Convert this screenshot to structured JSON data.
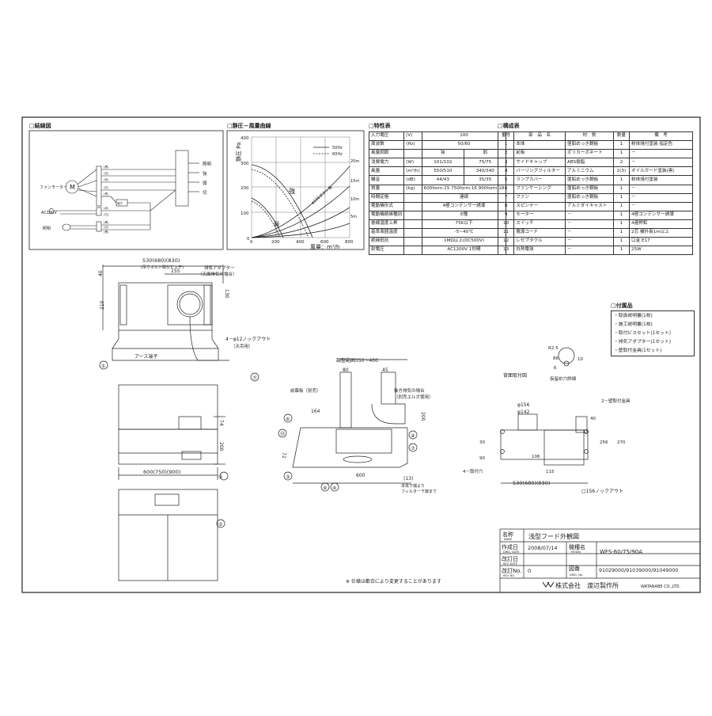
{
  "sections": {
    "wiring": "□結線図",
    "curve": "□静圧－風量曲線",
    "spec": "□特性表",
    "parts": "□構成表",
    "accessories": "□付属品"
  },
  "wiring": {
    "fan_motor": "ファンモーター",
    "m_symbol": "M",
    "ac100v": "AC100V",
    "lamp": "照明",
    "switches": [
      "照明",
      "強",
      "弱",
      "切"
    ],
    "wires": [
      "(黒)",
      "(白)",
      "(赤)",
      "(灰)",
      "(青)",
      "(赤)",
      "(白)",
      "(黒)",
      "(白)",
      "(黒)"
    ],
    "terminal": "端子"
  },
  "curve": {
    "ylabel": "静圧 Pa",
    "xlabel": "風量：m³/h",
    "yticks": [
      "400",
      "300",
      "200",
      "100",
      "0"
    ],
    "xticks": [
      "0",
      "200",
      "400",
      "600",
      "800"
    ],
    "legend": [
      "50Hz",
      "60Hz"
    ],
    "strong": "強",
    "weak": "弱",
    "duct_labels": [
      "20m",
      "15m",
      "10m",
      "5m"
    ],
    "duct_note": "φ100ダクト長"
  },
  "spec_table": {
    "rows": [
      [
        "入力電圧",
        "(V)",
        "100",
        ""
      ],
      [
        "周波数",
        "(Hz)",
        "50/60",
        ""
      ],
      [
        "風量調節",
        "",
        "強",
        "弱"
      ],
      [
        "消費電力",
        "(W)",
        "101/102",
        "75/75"
      ],
      [
        "風量",
        "(m³/h)",
        "550/510",
        "340/340"
      ],
      [
        "騒音",
        "(dB)",
        "44/43",
        "35/35"
      ],
      [
        "質量",
        "(kg)",
        "600form:15 750form:16 900form:18",
        ""
      ],
      [
        "時間定格",
        "",
        "連続",
        ""
      ],
      [
        "電動機形式",
        "",
        "4極コンデンサー誘導",
        ""
      ],
      [
        "電動機絶縁種別",
        "",
        "E種",
        ""
      ],
      [
        "巻線温度上昇",
        "",
        "75K以下",
        ""
      ],
      [
        "基準周囲温度",
        "",
        "-5~40℃",
        ""
      ],
      [
        "絶縁抵抗",
        "",
        "1MΩ以上(DC500V)",
        ""
      ],
      [
        "耐電圧",
        "",
        "AC1200V 1秒間",
        ""
      ]
    ]
  },
  "parts_table": {
    "headers": [
      "番号",
      "部　品　名",
      "材　質",
      "数量",
      "備　考"
    ],
    "rows": [
      [
        "1",
        "本体",
        "亜鉛めっき鋼板",
        "1",
        "粉体焼付塗装 指定色"
      ],
      [
        "2",
        "前板",
        "ポリカーボネート",
        "1",
        "－"
      ],
      [
        "3",
        "サイドキャップ",
        "ABS樹脂",
        "2",
        "－"
      ],
      [
        "4",
        "バーリングフィルター",
        "アルミニウム",
        "2(3)",
        "オイルガード塗装(黒)"
      ],
      [
        "5",
        "ランプカバー",
        "亜鉛めっき鋼板",
        "1",
        "粉体焼付塗装"
      ],
      [
        "6",
        "ファンケーシング",
        "亜鉛めっき鋼板",
        "1",
        "－"
      ],
      [
        "7",
        "ファン",
        "亜鉛めっき鋼板",
        "1",
        "－"
      ],
      [
        "8",
        "スピンナー",
        "アルミダイキャスト",
        "1",
        "－"
      ],
      [
        "9",
        "モーター",
        "－",
        "1",
        "4極コンデンサー誘導"
      ],
      [
        "10",
        "スイッチ",
        "－",
        "1",
        "4連押釦"
      ],
      [
        "11",
        "電源コード",
        "－",
        "1",
        "2芯 機外長1m以上"
      ],
      [
        "12",
        "レセプタクル",
        "－",
        "1",
        "口金 E17"
      ],
      [
        "13",
        "白熱電球",
        "－",
        "1",
        "25W"
      ]
    ]
  },
  "accessories": [
    "・取扱説明書(1枚)",
    "・施工説明書(1枚)",
    "・取付ビスセット(1セット)",
    "・排気アダプター(1セット)",
    "・壁取付金具(1セット)"
  ],
  "front_view": {
    "width_dim": "530(680)(830)",
    "width_note": "(吊りボルト取付ピッチ)",
    "dim_155": "155",
    "dim_40": "40",
    "dim_210": "210",
    "dim_130": "130",
    "adapter": "排気アダプター",
    "adapter_note": "（天面排気の場合）",
    "knockout": "4－φ12ノックアウト",
    "knockout_note": "（天吊用）",
    "earth": "アース端子",
    "dim_74": "74",
    "dim_200": "200",
    "bottom_dim": "600(750)(900)"
  },
  "side_view": {
    "adjust": "調整範囲350～400",
    "dim_80": "80",
    "dim_45": "45",
    "front_plate": "前幕板（別売）",
    "rear_exhaust": "後方排気の場合",
    "rear_note": "（別売エルボ使用）",
    "dim_164": "164",
    "dim_200": "200",
    "dim_72": "72",
    "dim_600": "600",
    "dim_13": "(13)",
    "filter_note1": "本体下端より",
    "filter_note2": "フィルター下端まで"
  },
  "rear_view": {
    "title": "背面取付図",
    "r25": "R2.5",
    "dim_6": "6",
    "dim_86": "86",
    "dim_10": "10",
    "hole": "仮留め穴詳細",
    "bracket": "2－壁取付金具",
    "phi156": "φ156",
    "phi142": "φ142",
    "dim_40": "40",
    "dim_90": "90",
    "dim_106": "106",
    "dim_115": "115",
    "dim_256": "256",
    "dim_270": "270",
    "dim_30": "30",
    "holes4": "4－取付穴",
    "width": "530(680)(830)",
    "knockout": "□156ノックアウト"
  },
  "balloons": [
    "①",
    "⑤",
    "⑥",
    "⑦",
    "⑧",
    "⑨",
    "⑪",
    "⑫",
    "⑬",
    "②",
    "③",
    "④"
  ],
  "footnote": "※ 仕様は都合により変更することがあります",
  "title_block": {
    "name_label": "名称",
    "name_en": "NAME",
    "name": "浅型フード外観図",
    "created_label": "作成日",
    "created_en": "DWG. DATE",
    "created": "2008/07/14",
    "model_label": "機種名",
    "model_en": "MODEL",
    "model": "WFS-60/75/90A",
    "rev_date_label": "改訂日",
    "rev_date_en": "REV. DATE",
    "rev_no_label": "改訂No.",
    "rev_no_en": "REV. NO.",
    "rev_no": "0",
    "dwg_label": "図番",
    "dwg_en": "DWG. No.",
    "dwg": "91029000/91039000/91049000",
    "company": "株式会社　渡辺製作所",
    "company_en": "WATANABE CO.,LTD."
  },
  "colors": {
    "line": "#222222",
    "paper": "#ffffff"
  }
}
